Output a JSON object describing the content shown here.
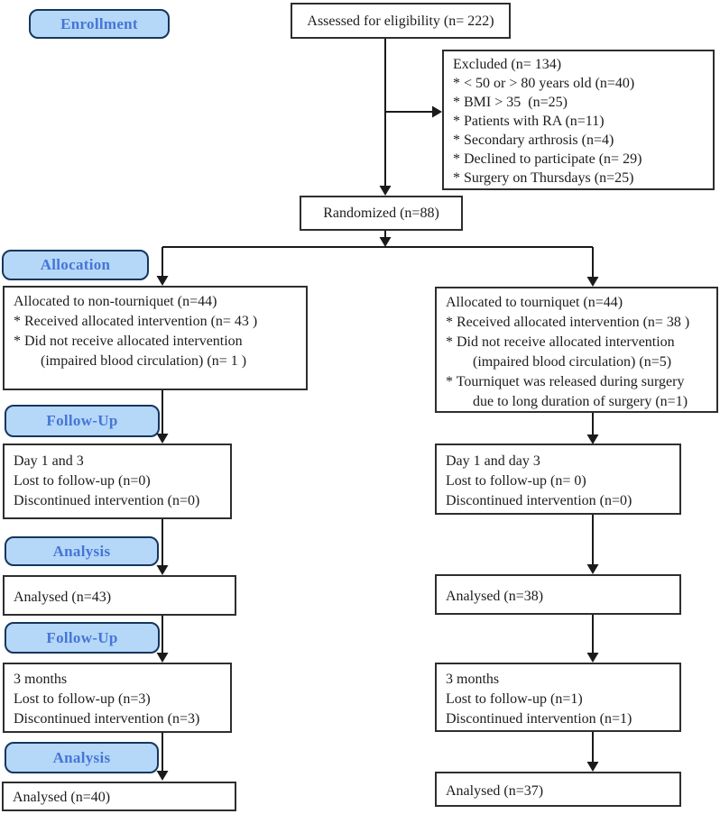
{
  "diagram_type": "CONSORT participant flow diagram",
  "stage_labels": [
    {
      "id": "enrollment",
      "label": "Enrollment"
    },
    {
      "id": "allocation",
      "label": "Allocation"
    },
    {
      "id": "followup1",
      "label": "Follow-Up"
    },
    {
      "id": "analysis1",
      "label": "Analysis"
    },
    {
      "id": "followup2",
      "label": "Follow-Up"
    },
    {
      "id": "analysis2",
      "label": "Analysis"
    }
  ],
  "boxes": {
    "assessed": {
      "lines": [
        "Assessed for eligibility (n= 222)"
      ]
    },
    "excluded": {
      "lines": [
        "Excluded (n= 134)",
        "* < 50 or > 80 years old (n=40)",
        "* BMI > 35  (n=25)",
        "* Patients with RA (n=11)",
        "* Secondary arthrosis (n=4)",
        "* Declined to participate (n= 29)",
        "* Surgery on Thursdays (n=25)"
      ]
    },
    "randomized": {
      "lines": [
        "Randomized (n=88)"
      ]
    },
    "alloc_left": {
      "lines": [
        "Allocated to non-tourniquet (n=44)",
        "* Received allocated intervention (n= 43 )",
        "* Did not receive allocated intervention",
        "(impaired blood circulation) (n= 1 )"
      ]
    },
    "alloc_right": {
      "lines": [
        "Allocated to tourniquet (n=44)",
        "* Received allocated intervention (n= 38 )",
        "* Did not receive allocated intervention",
        "(impaired blood circulation) (n=5)",
        "* Tourniquet was released during surgery",
        "due to long duration of surgery (n=1)"
      ]
    },
    "fu1_left": {
      "lines": [
        "Day 1 and 3",
        "Lost to follow-up (n=0)",
        "Discontinued intervention (n=0)"
      ]
    },
    "fu1_right": {
      "lines": [
        "Day 1 and day 3",
        "Lost to follow-up (n= 0)",
        "Discontinued intervention (n=0)"
      ]
    },
    "an1_left": {
      "lines": [
        "Analysed (n=43)"
      ]
    },
    "an1_right": {
      "lines": [
        "Analysed (n=38)"
      ]
    },
    "fu2_left": {
      "lines": [
        "3 months",
        "Lost to follow-up (n=3)",
        "Discontinued intervention (n=3)"
      ]
    },
    "fu2_right": {
      "lines": [
        "3 months",
        "Lost to follow-up (n=1)",
        "Discontinued intervention (n=1)"
      ]
    },
    "an2_left": {
      "lines": [
        "Analysed (n=40)"
      ]
    },
    "an2_right": {
      "lines": [
        "Analysed (n=37)"
      ]
    }
  },
  "colors": {
    "stage_fill": "#b5d7f8",
    "stage_border": "#16365c",
    "stage_text": "#4575d5",
    "box_border": "#2e2e2e",
    "connector": "#1a1a1a"
  }
}
